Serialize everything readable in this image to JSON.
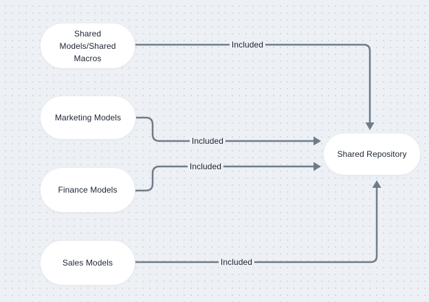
{
  "diagram": {
    "nodes": [
      {
        "id": "shared-models-macros",
        "label": "Shared Models/Shared Macros",
        "lines": [
          "Shared",
          "Models/Shared",
          "Macros"
        ]
      },
      {
        "id": "marketing-models",
        "label": "Marketing Models"
      },
      {
        "id": "finance-models",
        "label": "Finance Models"
      },
      {
        "id": "sales-models",
        "label": "Sales Models"
      },
      {
        "id": "shared-repository",
        "label": "Shared Repository"
      }
    ],
    "edges": [
      {
        "from": "Shared Models/Shared Macros",
        "to": "Shared Repository",
        "label": "Included"
      },
      {
        "from": "Marketing Models",
        "to": "Shared Repository",
        "label": "Included"
      },
      {
        "from": "Finance Models",
        "to": "Shared Repository",
        "label": "Included"
      },
      {
        "from": "Sales Models",
        "to": "Shared Repository",
        "label": "Included"
      }
    ],
    "colors": {
      "background": "#edf0f4",
      "grid_dot": "#cfd6de",
      "node_fill": "#ffffff",
      "node_border": "#e9ebee",
      "connector": "#6e7b8a",
      "text": "#1b2433"
    }
  }
}
